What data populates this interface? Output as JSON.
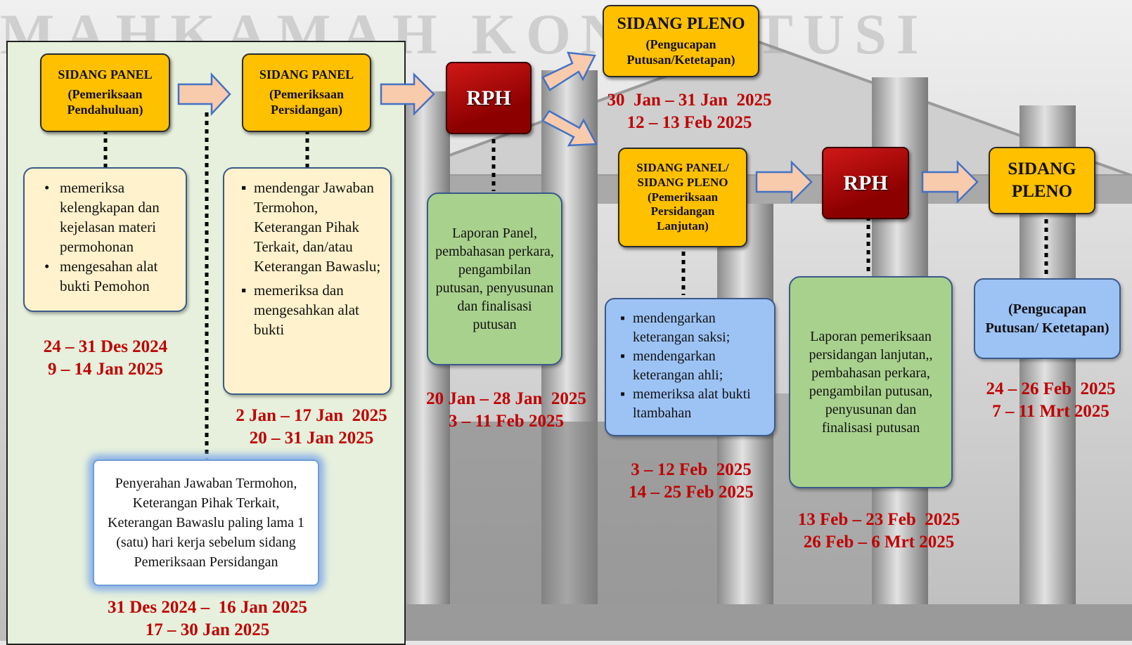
{
  "watermark": "MAHKAMAH KONSTITUSI",
  "colors": {
    "title_box": "#ffc000",
    "rph": "#c00000",
    "date_text": "#c00000",
    "green_box": "#a9d18e",
    "blue_box": "#9dc3f5",
    "cream_box": "#fff2cc",
    "panel_bg": "#e6f0dc",
    "arrow": "#f8cbad"
  },
  "stage1": {
    "title": "SIDANG PANEL",
    "subtitle": "(Pemeriksaan Pendahuluan)",
    "items": [
      "memeriksa kelengkapan dan kejelasan materi permohonan",
      "mengesahan alat bukti Pemohon"
    ],
    "dates": [
      "24 – 31 Des 2024",
      "9 – 14 Jan 2025"
    ]
  },
  "stage2": {
    "title": "SIDANG PANEL",
    "subtitle": "(Pemeriksaan Persidangan)",
    "items": [
      "mendengar Jawaban Termohon, Keterangan Pihak Terkait, dan/atau Keterangan Bawaslu;",
      "memeriksa dan mengesahkan alat bukti"
    ],
    "dates": [
      "2 Jan – 17 Jan  2025",
      "20 – 31 Jan 2025"
    ]
  },
  "submission": {
    "text": "Penyerahan Jawaban Termohon, Keterangan Pihak Terkait, Keterangan Bawaslu paling lama 1 (satu)  hari kerja sebelum sidang Pemeriksaan Persidangan",
    "dates": [
      "31 Des 2024 –  16 Jan 2025",
      "17 – 30 Jan 2025"
    ]
  },
  "rph1": {
    "label": "RPH",
    "text": "Laporan Panel, pembahasan perkara, pengambilan putusan, penyusunan dan finalisasi putusan",
    "dates": [
      "20 Jan – 28 Jan  2025",
      "3 – 11 Feb 2025"
    ]
  },
  "pleno1": {
    "title": "SIDANG PLENO",
    "subtitle": "(Pengucapan Putusan/Ketetapan)",
    "dates": [
      "30  Jan – 31 Jan  2025",
      "12 – 13 Feb 2025"
    ]
  },
  "stage3": {
    "title": "SIDANG  PANEL/ SIDANG PLENO",
    "subtitle": "(Pemeriksaan Persidangan Lanjutan)",
    "items": [
      "mendengarkan keterangan saksi;",
      "mendengarkan keterangan ahli;",
      "memeriksa alat bukti ltambahan"
    ],
    "dates": [
      "3 – 12 Feb  2025",
      "14 – 25 Feb 2025"
    ]
  },
  "rph2": {
    "label": "RPH",
    "text": "Laporan pemeriksaan persidangan lanjutan,, pembahasan perkara, pengambilan putusan, penyusunan dan finalisasi putusan",
    "dates": [
      "13 Feb – 23 Feb  2025",
      "26 Feb – 6 Mrt 2025"
    ]
  },
  "pleno2": {
    "title": "SIDANG PLENO",
    "text": "(Pengucapan Putusan/ Ketetapan)",
    "dates": [
      "24 – 26 Feb  2025",
      "7 – 11 Mrt 2025"
    ]
  }
}
